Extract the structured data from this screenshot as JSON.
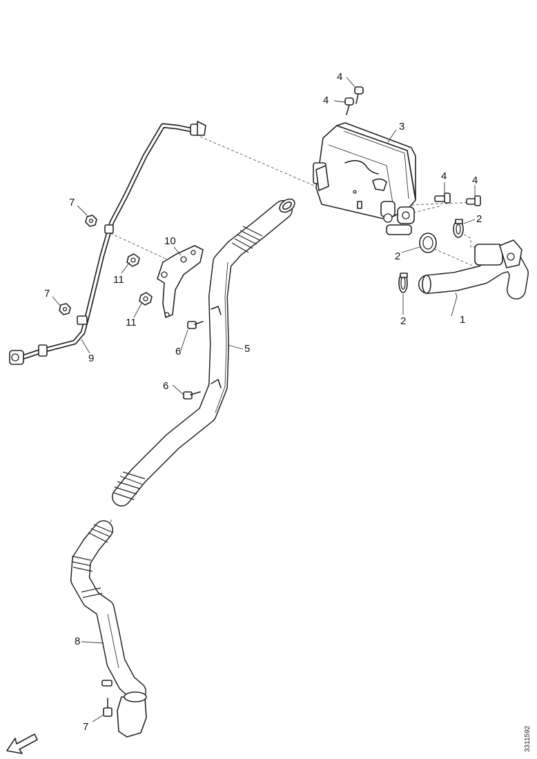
{
  "callouts": {
    "c1": "1",
    "c2a": "2",
    "c2b": "2",
    "c2c": "2",
    "c3": "3",
    "c4a": "4",
    "c4b": "4",
    "c4c": "4",
    "c4d": "4",
    "c5": "5",
    "c6a": "6",
    "c6b": "6",
    "c7a": "7",
    "c7b": "7",
    "c7c": "7",
    "c8": "8",
    "c9": "9",
    "c10": "10",
    "c11a": "11",
    "c11b": "11"
  },
  "reference_code": "3311592",
  "icons": [
    "orientation-arrow-icon"
  ]
}
